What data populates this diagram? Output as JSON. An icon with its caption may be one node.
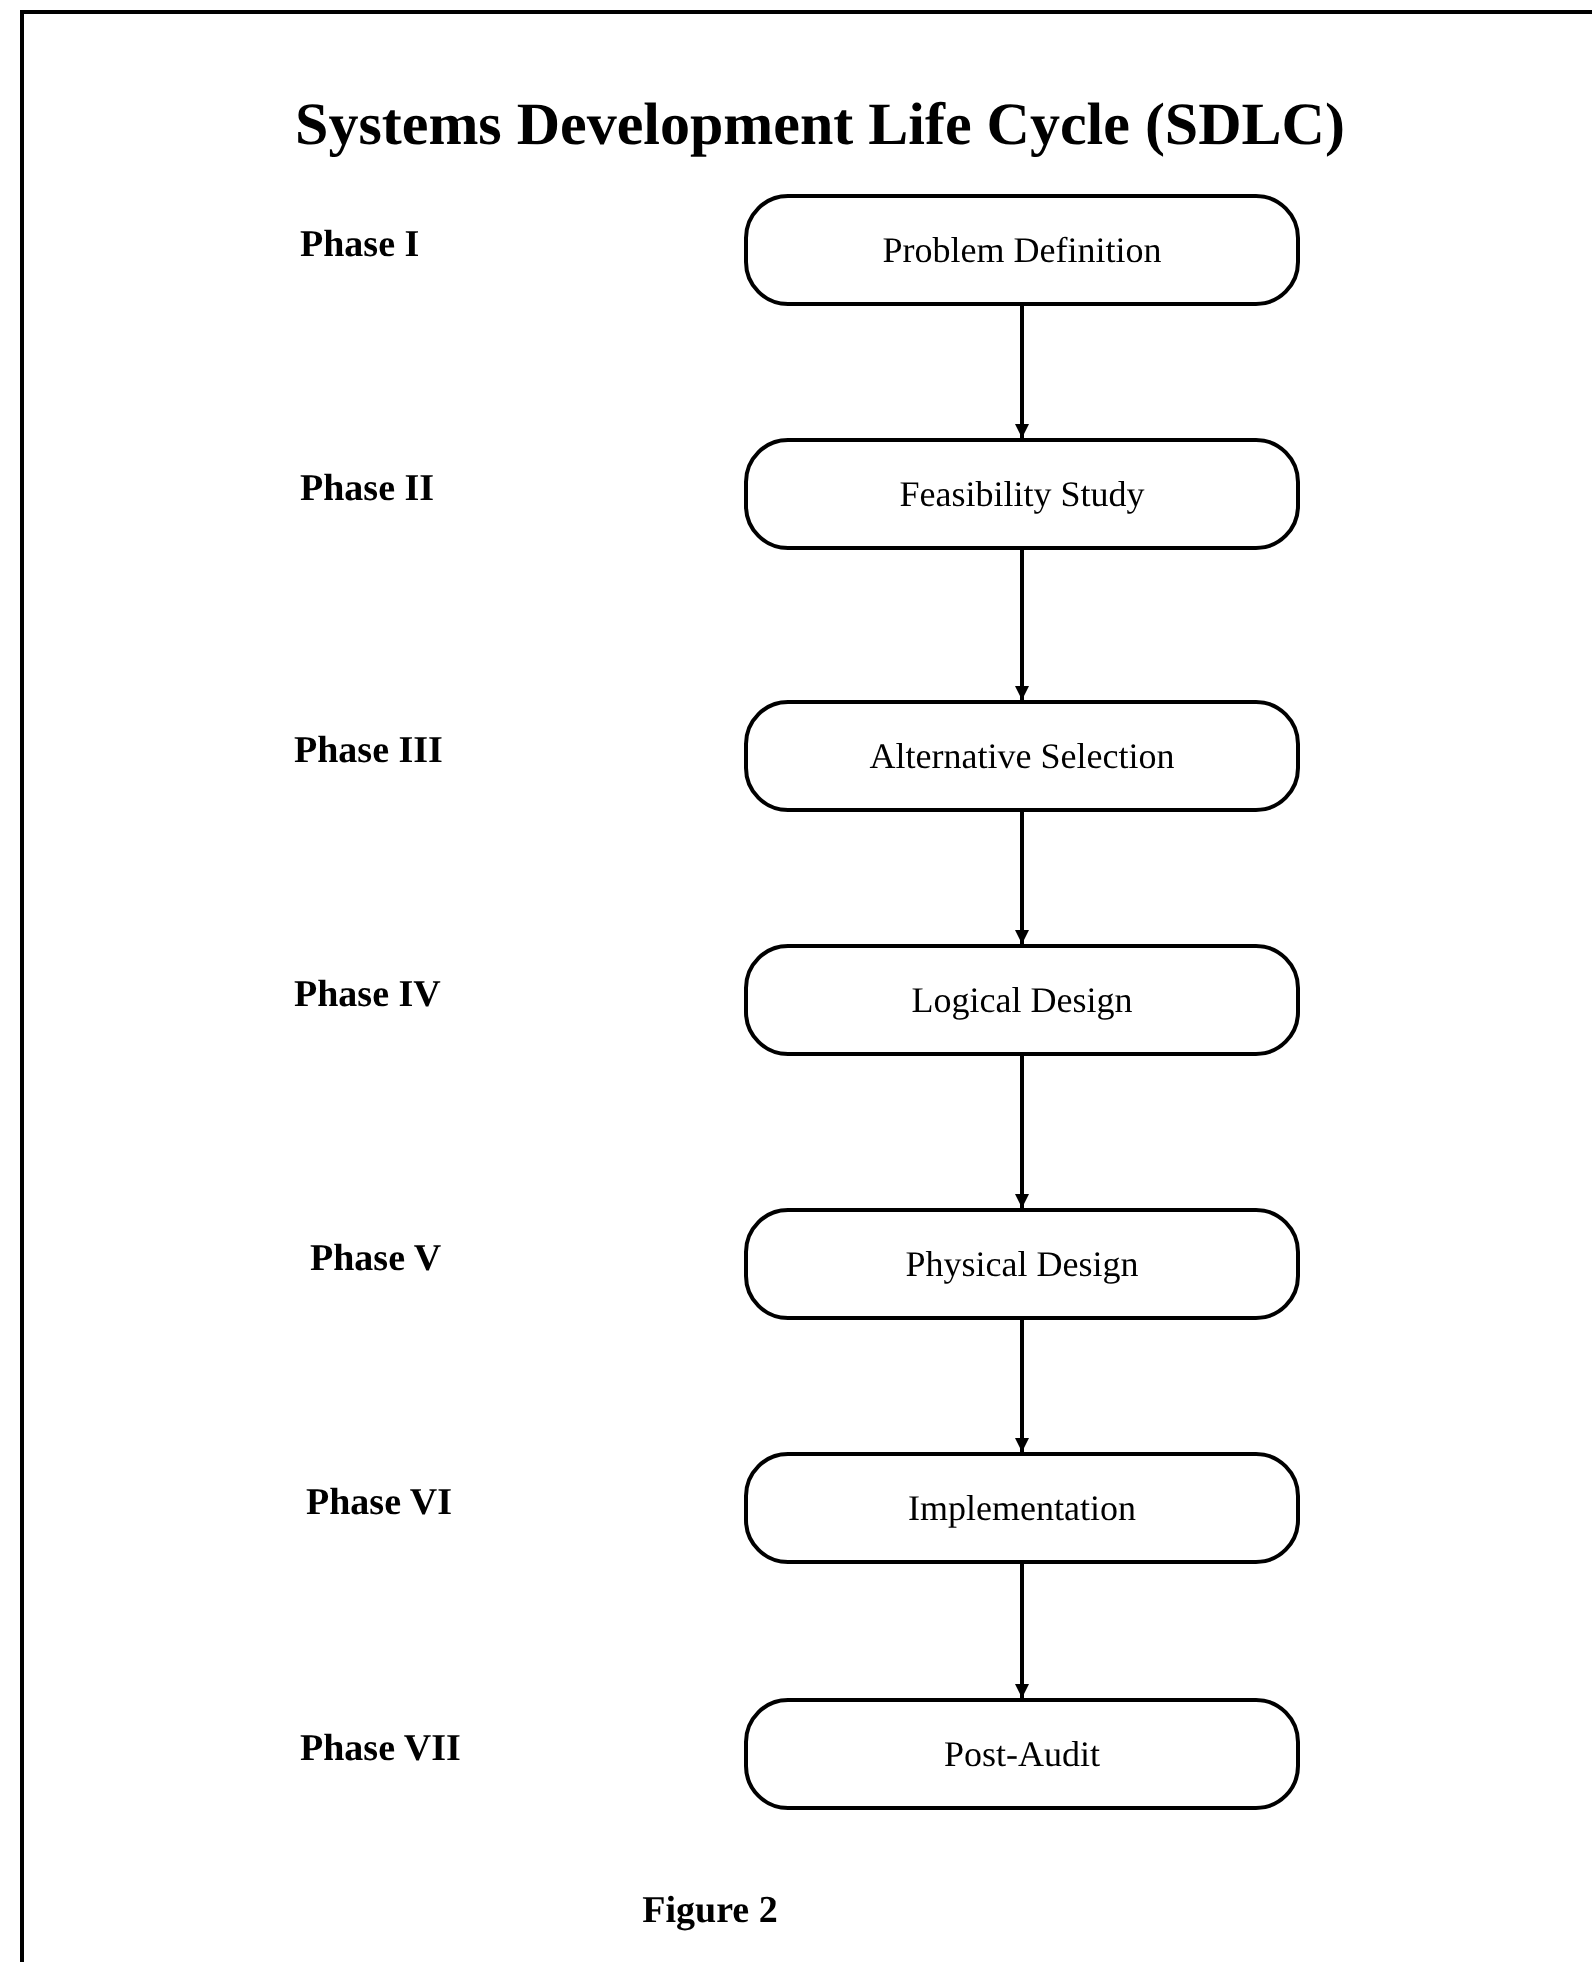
{
  "diagram": {
    "title": "Systems Development Life Cycle (SDLC)",
    "caption": "Figure 2",
    "nodes": [
      {
        "text": [
          "Problem Definition"
        ]
      },
      {
        "text": [
          "Feasibility Study"
        ]
      },
      {
        "text": [
          "Alternative Selection"
        ]
      },
      {
        "text": [
          "Logical Design"
        ]
      },
      {
        "text": [
          "Physical Design"
        ]
      },
      {
        "text": [
          "Implementation"
        ]
      },
      {
        "text": [
          "Post-Audit"
        ]
      }
    ],
    "labels": [
      "Phase I",
      "Phase II",
      "Phase III",
      "Phase IV",
      "Phase V",
      "Phase VI",
      "Phase VII"
    ],
    "edges": [
      {
        "from": 0,
        "to": 1,
        "arrow": "to"
      },
      {
        "from": 1,
        "to": 2,
        "arrow": "to"
      },
      {
        "from": 2,
        "to": 3,
        "arrow": "to"
      },
      {
        "from": 3,
        "to": 4,
        "arrow": "to"
      },
      {
        "from": 4,
        "to": 5,
        "arrow": "to"
      },
      {
        "from": 5,
        "to": 6,
        "arrow": "to"
      }
    ]
  }
}
